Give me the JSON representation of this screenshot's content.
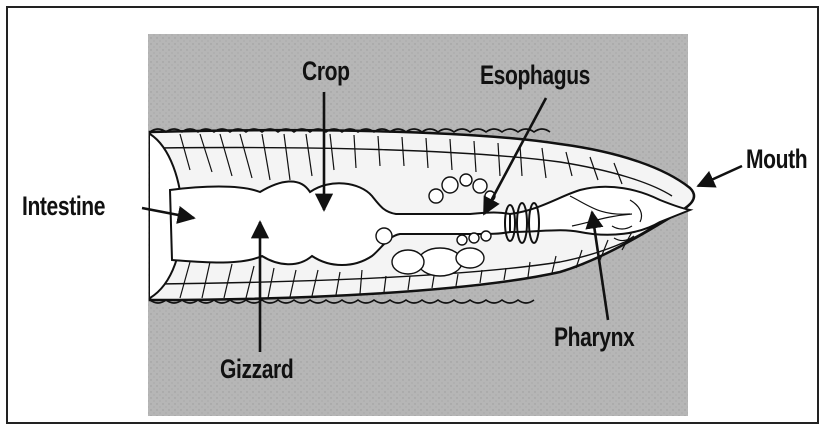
{
  "labels": {
    "crop": "Crop",
    "esophagus": "Esophagus",
    "mouth": "Mouth",
    "intestine": "Intestine",
    "gizzard": "Gizzard",
    "pharynx": "Pharynx"
  },
  "colors": {
    "background_panel": "#b4b4b4",
    "outline": "#111111",
    "organ_fill": "#ffffff",
    "page": "#ffffff"
  }
}
